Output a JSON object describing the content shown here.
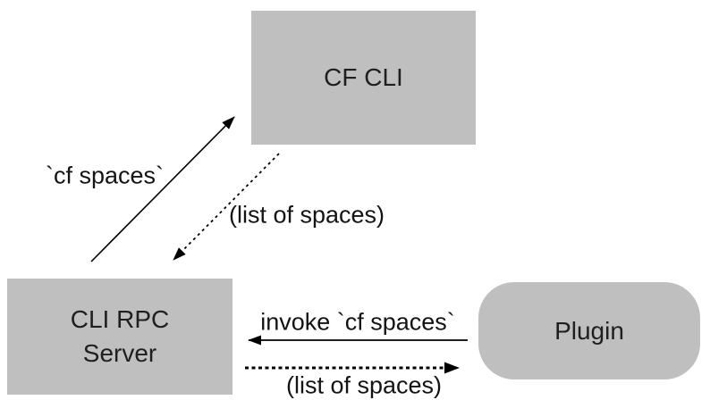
{
  "diagram": {
    "nodes": {
      "cf_cli": {
        "label": "CF CLI",
        "shape": "rectangle"
      },
      "cli_rpc_server": {
        "label": "CLI RPC Server",
        "shape": "rectangle"
      },
      "plugin": {
        "label": "Plugin",
        "shape": "rounded-rectangle"
      }
    },
    "edges": {
      "cf_spaces": {
        "label": "`cf spaces`",
        "from": "cli_rpc_server",
        "to": "cf_cli",
        "style": "solid"
      },
      "list_of_spaces_top": {
        "label": "(list of spaces)",
        "from": "cf_cli",
        "to": "cli_rpc_server",
        "style": "dotted"
      },
      "invoke_cf_spaces": {
        "label": "invoke `cf spaces`",
        "from": "plugin",
        "to": "cli_rpc_server",
        "style": "solid"
      },
      "list_of_spaces_bottom": {
        "label": "(list of spaces)",
        "from": "cli_rpc_server",
        "to": "plugin",
        "style": "dotted-thick"
      }
    },
    "colors": {
      "node_fill": "#bfbfbf",
      "arrow": "#000000",
      "text": "#1a1a1a",
      "background": "#ffffff"
    }
  }
}
